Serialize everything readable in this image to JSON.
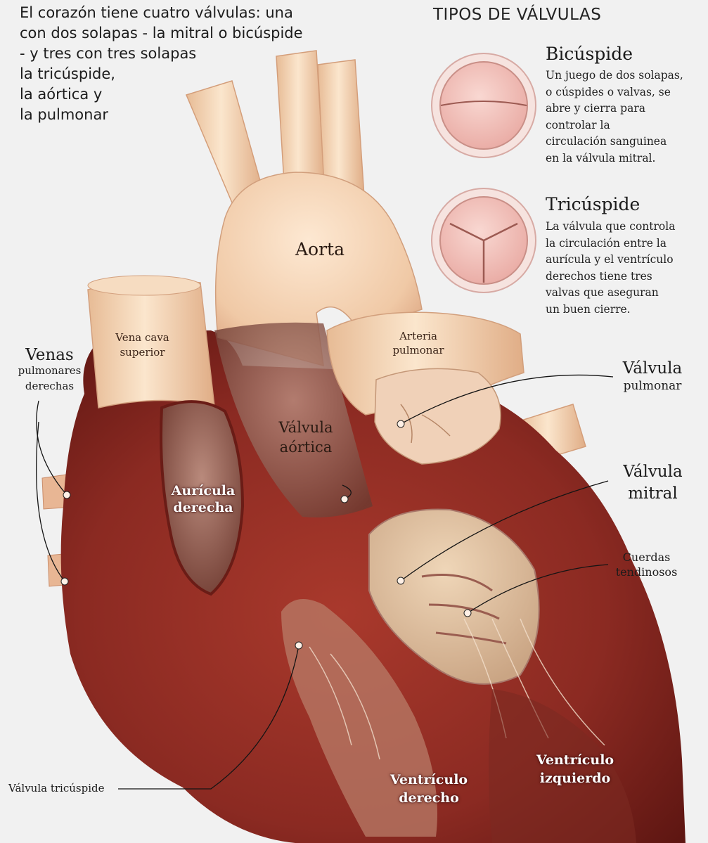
{
  "intro": "El corazón tiene cuatro válvulas: una\ncon dos solapas - la mitral o bicúspide\n- y tres con tres solapas\nla tricúspide,\nla aórtica y\nla pulmonar",
  "valve_types": {
    "title": "TIPOS DE VÁLVULAS",
    "bicuspid": {
      "name": "Bicúspide",
      "description": "Un juego de dos solapas,\no cúspides o valvas, se\nabre y cierra para\ncontrolar la\ncirculación sanguinea\nen la válvula mitral."
    },
    "tricuspid": {
      "name": "Tricúspide",
      "description": "La válvula que controla\nla circulación entre la\naurícula y el ventrículo\nderechos tiene tres\nvalvas que aseguran\nun buen cierre."
    }
  },
  "labels": {
    "aorta": "Aorta",
    "vena_cava": "Vena cava\nsuperior",
    "arteria_pulmonar": "Arteria\npulmonar",
    "venas_title": "Venas",
    "venas_sub": "pulmonares\nderechas",
    "valvula_aortica": "Válvula\naórtica",
    "auricula_derecha": "Aurícula\nderecha",
    "valvula_pulmonar_title": "Válvula",
    "valvula_pulmonar_sub": "pulmonar",
    "valvula_mitral": "Válvula\nmitral",
    "cuerdas": "Cuerdas\ntendinosos",
    "valvula_tricuspide": "Válvula tricúspide",
    "ventriculo_derecho": "Ventrículo\nderecho",
    "ventriculo_izquierdo": "Ventrículo\nizquierdo"
  },
  "colors": {
    "background": "#f1f1f1",
    "myocardium": "#8e2a22",
    "vessel": "#f2d3b2",
    "valve_disc": "#f3c7c2"
  }
}
